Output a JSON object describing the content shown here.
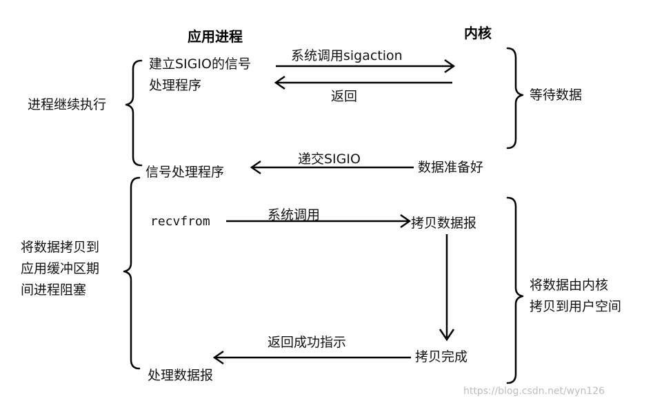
{
  "headers": {
    "app": "应用进程",
    "kernel": "内核"
  },
  "app_steps": {
    "setup_line1": "建立SIGIO的信号",
    "setup_line2": "处理程序",
    "signal_handler": "信号处理程序",
    "recvfrom": "recvfrom",
    "process_data": "处理数据报"
  },
  "kernel_steps": {
    "data_ready": "数据准备好",
    "copy_datagram": "拷贝数据报",
    "copy_done": "拷贝完成"
  },
  "arrows": {
    "sigaction": "系统调用sigaction",
    "return": "返回",
    "deliver_sigio": "递交SIGIO",
    "syscall": "系统调用",
    "return_success": "返回成功指示"
  },
  "brace_labels": {
    "continue": "进程继续执行",
    "blocked_line1": "将数据拷贝到",
    "blocked_line2": "应用缓冲区期",
    "blocked_line3": "间进程阻塞",
    "wait_data": "等待数据",
    "copy_line1": "将数据由内核",
    "copy_line2": "拷贝到用户空间"
  },
  "watermark": "https://blog.csdn.net/wyn126"
}
